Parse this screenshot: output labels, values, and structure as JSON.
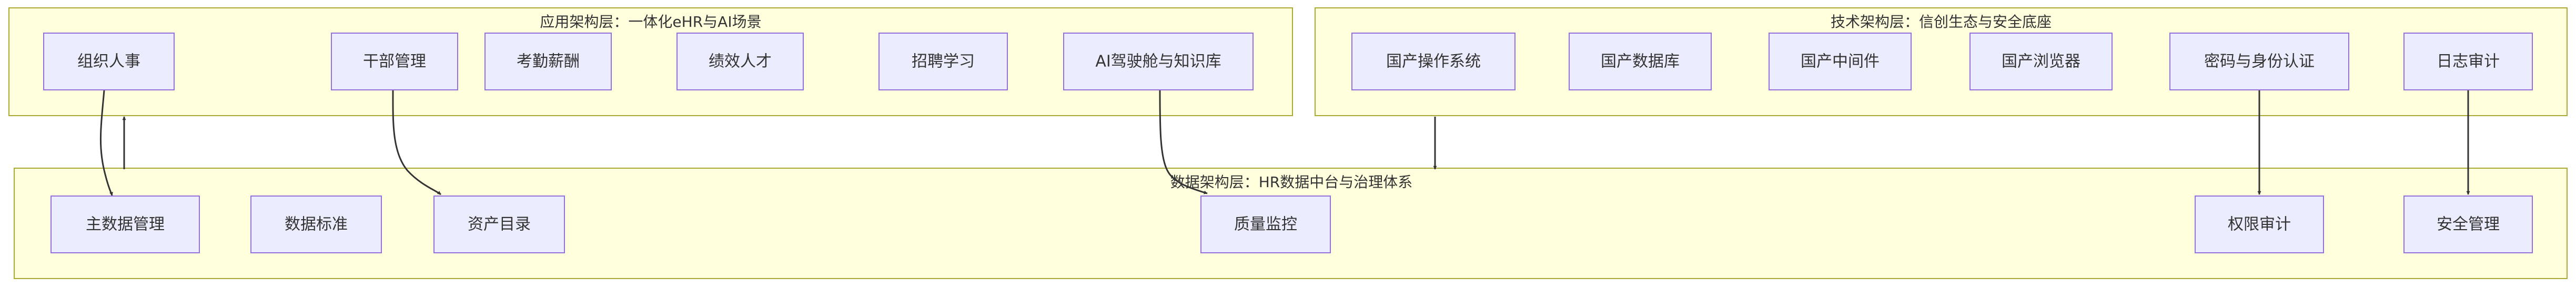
{
  "clusters": {
    "application": {
      "title": "应用架构层：一体化eHR与AI场景"
    },
    "technology": {
      "title": "技术架构层：信创生态与安全底座"
    },
    "data": {
      "title": "数据架构层：HR数据中台与治理体系"
    }
  },
  "nodes": {
    "org_hr": "组织人事",
    "cadre_mgmt": "干部管理",
    "attendance_pay": "考勤薪酬",
    "performance_talent": "绩效人才",
    "recruit_learn": "招聘学习",
    "ai_cockpit": "AI驾驶舱与知识库",
    "domestic_os": "国产操作系统",
    "domestic_db": "国产数据库",
    "domestic_middleware": "国产中间件",
    "domestic_browser": "国产浏览器",
    "crypto_identity": "密码与身份认证",
    "log_audit": "日志审计",
    "master_data": "主数据管理",
    "data_standard": "数据标准",
    "asset_catalog": "资产目录",
    "quality_monitor": "质量监控",
    "permission_audit": "权限审计",
    "security_mgmt": "安全管理"
  },
  "colors": {
    "cluster_fill": "#ffffde",
    "cluster_stroke": "#aaaa33",
    "node_fill": "#ececff",
    "node_stroke": "#9370db",
    "edge": "#333333",
    "text": "#333333"
  }
}
